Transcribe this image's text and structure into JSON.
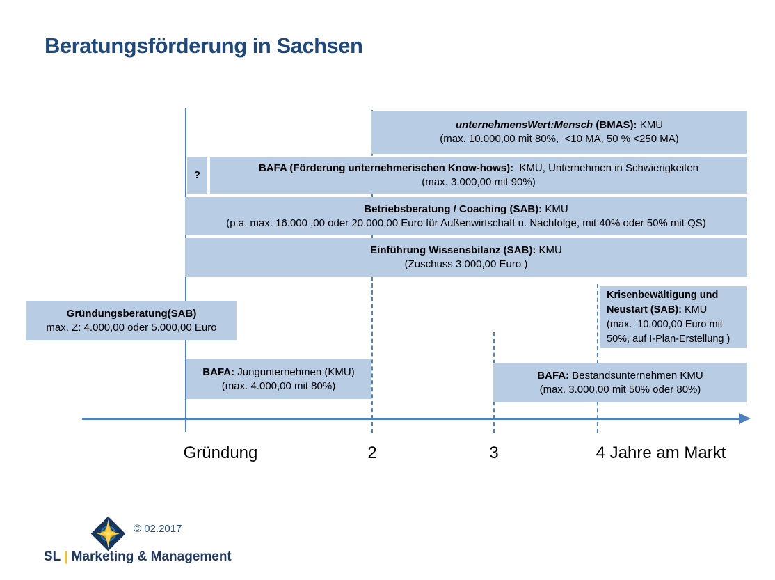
{
  "title": "Beratungsförderung in Sachsen",
  "boxes": {
    "unternehmenswert_mensch": {
      "title_bolditalic": "unternehmensWert:Mensch",
      "title_bold": " (BMAS):",
      "title_regular": " KMU",
      "line2": "(max. 10.000,00 mit 80%,  <10 MA, 50 % <250 MA)"
    },
    "question_marker": {
      "label": "?"
    },
    "bafa_knowhow": {
      "title_bold": "BAFA (Förderung unternehmerischen Know-hows):",
      "title_regular": "  KMU, Unternehmen in Schwierigkeiten",
      "line2": "(max. 3.000,00 mit 90%)"
    },
    "betriebsberatung": {
      "title_bold": "Betriebsberatung / Coaching (SAB):",
      "title_regular": " KMU",
      "line2": "(p.a. max. 16.000 ,00 oder 20.000,00 Euro für Außenwirtschaft u. Nachfolge, mit 40% oder 50% mit QS)"
    },
    "wissensbilanz": {
      "title_bold": "Einführung Wissensbilanz (SAB):",
      "title_regular": " KMU",
      "line2": "(Zuschuss 3.000,00 Euro )"
    },
    "gruendungsberatung": {
      "title_bold": "Gründungsberatung(SAB)",
      "line2": "max. Z: 4.000,00 oder 5.000,00 Euro"
    },
    "krisenbewaeltigung": {
      "line1_bold": "Krisenbewältigung und",
      "line2_bold": "Neustart (SAB):",
      "line2_regular": " KMU",
      "line3": "(max.  10.000,00 Euro mit",
      "line4": "50%, auf I-Plan-Erstellung )"
    },
    "bafa_jungunternehmen": {
      "title_bold": "BAFA:",
      "title_regular": " Jungunternehmen (KMU)",
      "line2": "(max. 4.000,00 mit 80%)"
    },
    "bafa_bestandsunternehmen": {
      "title_bold": "BAFA:",
      "title_regular": " Bestandsunternehmen KMU",
      "line2": "(max. 3.000,00 mit 50% oder 80%)"
    }
  },
  "axis": {
    "labels": [
      "Gründung",
      "2",
      "3",
      "4 Jahre am Markt"
    ]
  },
  "footer": {
    "copyright": "© 02.2017",
    "brand_sl": "SL",
    "brand_pipe": "|",
    "brand_rest": "Marketing & Management",
    "logo_icon": "compass-star-logo"
  },
  "colors": {
    "accent_line": "#4F81BD",
    "box_fill": "#B8CCE4",
    "title_text": "#1F497D",
    "brand_navy": "#1F3864",
    "brand_gold": "#FFC000"
  }
}
